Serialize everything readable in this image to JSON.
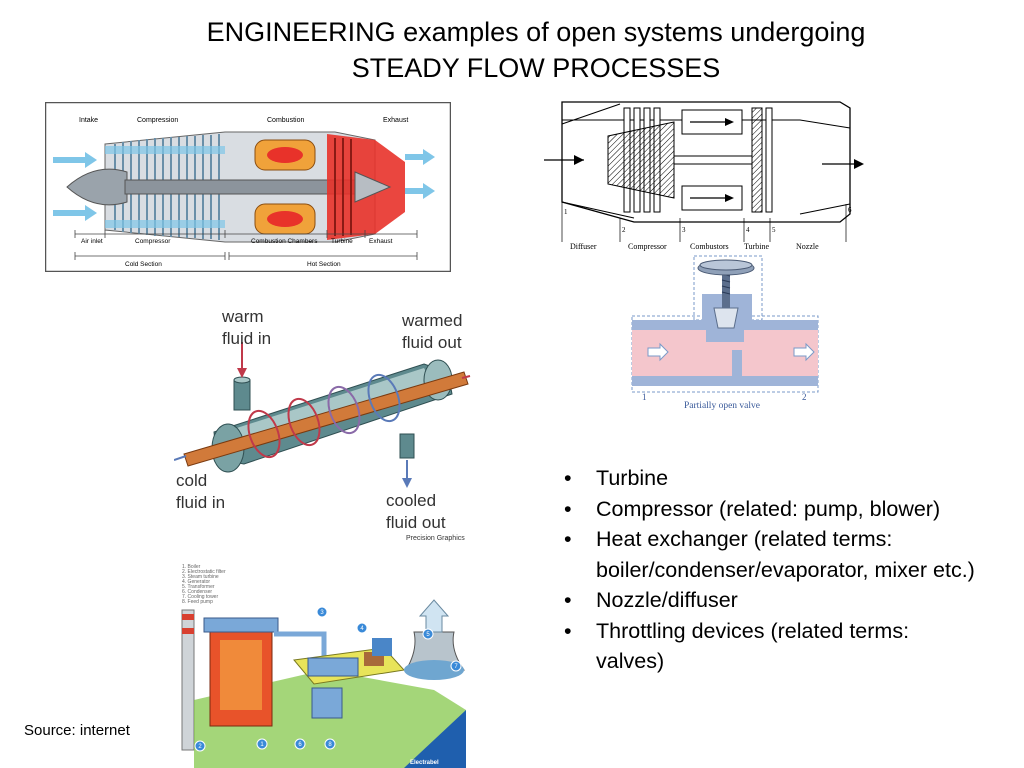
{
  "slide": {
    "title_line1": "ENGINEERING examples of open systems undergoing",
    "title_line2": "STEADY FLOW PROCESSES",
    "source": "Source: internet"
  },
  "jet_engine": {
    "top_labels": [
      "Intake",
      "Compression",
      "Combustion",
      "Exhaust"
    ],
    "bottom_labels": [
      "Air inlet",
      "Compressor",
      "Combustion Chambers",
      "Turbine",
      "Exhaust"
    ],
    "sections": [
      "Cold Section",
      "Hot Section"
    ]
  },
  "schematic": {
    "stations": [
      "1",
      "2",
      "3",
      "4",
      "5",
      "6"
    ],
    "components": [
      "Diffuser",
      "Compressor",
      "Combustors",
      "Turbine",
      "Nozzle"
    ]
  },
  "valve": {
    "caption": "Partially open valve",
    "port_in": "1",
    "port_out": "2"
  },
  "heat_exchanger": {
    "warm_in": "warm fluid in",
    "warmed_out": "warmed fluid out",
    "cold_in": "cold fluid in",
    "cooled_out": "cooled fluid out",
    "credit": "Precision Graphics"
  },
  "power_plant": {
    "legend": [
      "1. Boiler",
      "2. Electrostatic filter",
      "3. Steam turbine",
      "4. Generator",
      "5. Transformer",
      "6. Condenser",
      "7. Cooling tower",
      "8. Feed pump"
    ],
    "markers": [
      "1",
      "2",
      "3",
      "4",
      "5",
      "6",
      "7",
      "8"
    ],
    "brand": "Electrabel"
  },
  "bullets": [
    "Turbine",
    "Compressor (related: pump, blower)",
    "Heat exchanger (related terms: boiler/condenser/evaporator, mixer etc.)",
    "Nozzle/diffuser",
    "Throttling devices (related terms: valves)"
  ],
  "colors": {
    "hot_red": "#e8322a",
    "cold_blue": "#7fc6e8",
    "pipe_copper": "#d17a3a",
    "valve_blue": "#9fb4d8",
    "valve_pink": "#f4c6cc",
    "plant_green": "#7ec440"
  }
}
